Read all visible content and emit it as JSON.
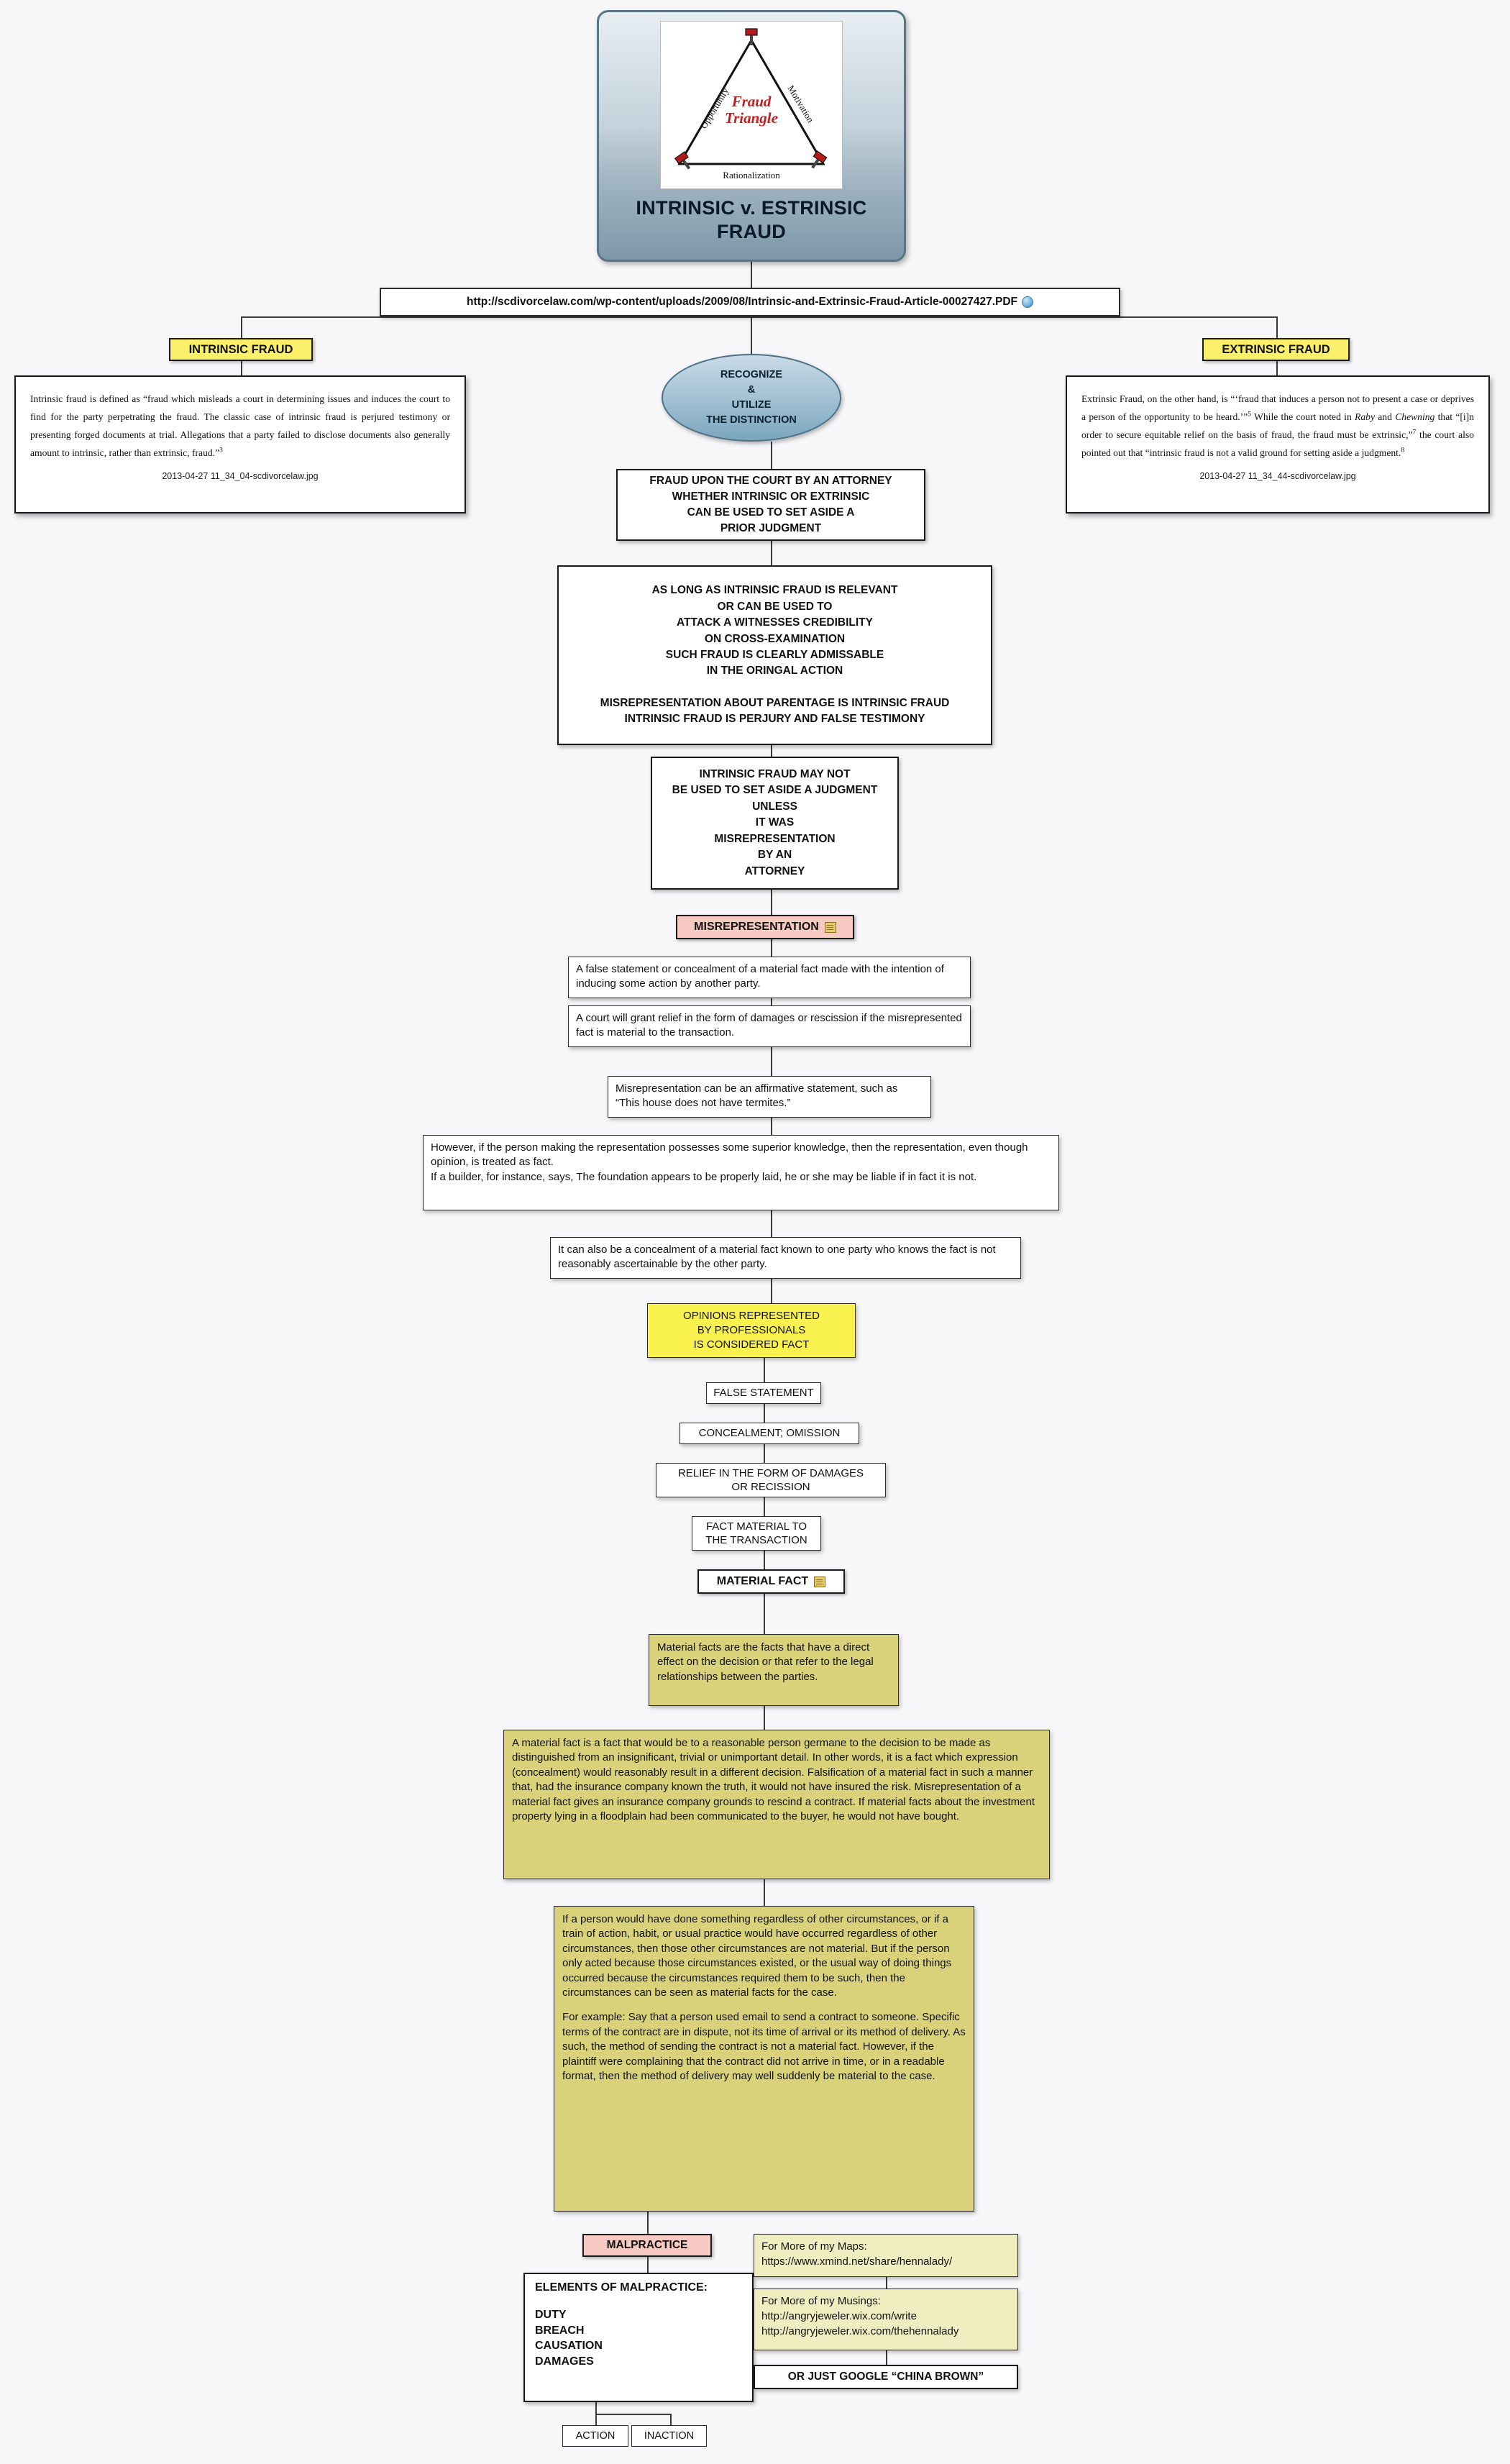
{
  "title": {
    "text": "INTRINSIC v. ESTRINSIC FRAUD",
    "line1": "INTRINSIC v. ESTRINSIC",
    "line2": "FRAUD",
    "image": {
      "name": "fraud-triangle-diagram",
      "center_line1": "Fraud",
      "center_line2": "Triangle",
      "left_label": "Opportunity",
      "right_label": "Motivation",
      "bottom_label": "Rationalization"
    }
  },
  "url": {
    "text": "http://scdivorcelaw.com/wp-content/uploads/2009/08/Intrinsic-and-Extrinsic-Fraud-Article-00027427.PDF",
    "icon": "globe-icon"
  },
  "left": {
    "label": "INTRINSIC FRAUD",
    "body": "Intrinsic fraud is defined as “fraud which misleads a court in determining issues and induces the court to find for the party perpetrating the fraud. The classic case of intrinsic fraud is perjured testimony or presenting forged documents at trial. Allegations that a party failed to disclose documents also generally amount to intrinsic, rather than extrinsic, fraud.”",
    "footnote": "3",
    "caption": "2013-04-27 11_34_04-scdivorcelaw.jpg"
  },
  "right": {
    "label": "EXTRINSIC FRAUD",
    "body_1": "Extrinsic Fraud, on the other hand, is “‘fraud that induces a person not to present a case or deprives a person of the opportunity to be heard.’”",
    "sup_1": "5",
    "body_2": " While the court noted in ",
    "ital_1": "Raby",
    "body_3": " and ",
    "ital_2": "Chewning",
    "body_4": " that “[i]n order to secure equitable relief on the basis of fraud, the fraud must be extrinsic,”",
    "sup_2": "7",
    "body_5": " the court also pointed out that “intrinsic fraud is not a valid ground for setting aside a judgment.",
    "sup_3": "8",
    "caption": "2013-04-27 11_34_44-scdivorcelaw.jpg"
  },
  "recognize": {
    "line1": "RECOGNIZE",
    "line2": "&",
    "line3": "UTILIZE",
    "line4": "THE DISTINCTION"
  },
  "fraud_upon_court": {
    "line1": "FRAUD UPON THE COURT BY AN ATTORNEY",
    "line2": "WHETHER INTRINSIC OR EXTRINSIC",
    "line3": "CAN BE USED TO SET ASIDE A",
    "line4": "PRIOR JUDGMENT"
  },
  "as_long_as": {
    "line1": "AS LONG AS INTRINSIC FRAUD IS RELEVANT",
    "line2": "OR CAN BE USED TO",
    "line3": "ATTACK A WITNESSES CREDIBILITY",
    "line4": "ON CROSS-EXAMINATION",
    "line5": "SUCH FRAUD IS CLEARLY ADMISSABLE",
    "line6": "IN THE ORINGAL ACTION",
    "line7": "MISREPRESENTATION ABOUT PARENTAGE IS INTRINSIC FRAUD",
    "line8": "INTRINSIC FRAUD IS PERJURY AND FALSE TESTIMONY"
  },
  "may_not": {
    "line1": "INTRINSIC FRAUD MAY NOT",
    "line2": "BE USED TO SET ASIDE A JUDGMENT",
    "line3": "UNLESS",
    "line4": "IT WAS",
    "line5": "MISREPRESENTATION",
    "line6": "BY AN",
    "line7": "ATTORNEY"
  },
  "misrepresentation": {
    "label": "MISREPRESENTATION",
    "icon": "note-icon",
    "t1": "A false statement or concealment of a material fact made with the intention of inducing some action by another party.",
    "t2": "A court will grant relief in the form of damages or rescission if the misrepresented fact is material to the transaction.",
    "t3": "Misrepresentation can be an affirmative statement, such as “This house does not have termites.”",
    "t4": "However, if the person making the representation possesses some superior knowledge, then the representation, even though opinion, is treated as fact.\nIf a builder, for instance, says, The foundation appears to be properly laid, he or she may be liable if in fact it is not.",
    "t5": "It can also be a concealment of a material fact known to one party who knows the fact is not reasonably ascertainable by the other party."
  },
  "opinions": {
    "line1": "OPINIONS REPRESENTED",
    "line2": "BY PROFESSIONALS",
    "line3": "IS CONSIDERED FACT"
  },
  "steps": {
    "false_statement": "FALSE STATEMENT",
    "concealment": "CONCEALMENT; OMISSION",
    "relief_line1": "RELIEF IN THE FORM OF DAMAGES",
    "relief_line2": "OR RECISSION",
    "fact_material_line1": "FACT MATERIAL TO",
    "fact_material_line2": "THE TRANSACTION"
  },
  "material_fact": {
    "label": "MATERIAL FACT",
    "icon": "note-icon",
    "k1": "Material facts are the facts that have a direct effect  on the  decision or that refer to the legal relationships between the parties.",
    "k2": "A material fact is a fact that would be to a reasonable person germane to the decision to be made as distinguished from an insignificant, trivial or unimportant detail.  In other words, it is a fact which expression (concealment) would reasonably result in a different decision. Falsification of a material fact in such a manner that, had the insurance company known the truth, it would not have insured the risk. Misrepresentation of a material fact gives an insurance company grounds to rescind a contract.  If material facts about the investment property lying in a floodplain had been communicated to the buyer, he would not have bought.",
    "k3_p1": "If a person would have done something regardless of other circumstances, or if a train of action, habit, or usual practice would have occurred regardless of other circumstances, then those other  circumstances are not material. But if the person only acted because those circumstances existed, or the usual way of doing things occurred because the circumstances required them to be such, then the circumstances can be seen as material facts for the case.",
    "k3_p2": "For example: Say that a person used email to send a contract to someone. Specific terms of the contract are in dispute, not its time of arrival or its method of delivery. As such, the method of sending the contract is not a material fact. However, if the plaintiff were complaining that the contract did not arrive in time, or in a readable format,  then the method of delivery may well suddenly be material to the case."
  },
  "malpractice": {
    "label": "MALPRACTICE",
    "elements_header": "ELEMENTS OF MALPRACTICE:",
    "elements": [
      "DUTY",
      "BREACH",
      "CAUSATION",
      "DAMAGES"
    ],
    "action": "ACTION",
    "inaction": "INACTION"
  },
  "links": {
    "maps_line1": "For More of my Maps:",
    "maps_line2": "https://www.xmind.net/share/hennalady/",
    "musings_line1": "For More of my Musings:",
    "musings_line2": "http://angryjeweler.wix.com/write",
    "musings_line3": "http://angryjeweler.wix.com/thehennalady",
    "google": "OR JUST GOOGLE “CHINA BROWN”"
  },
  "colors": {
    "highlight_yellow": "#f9f14e",
    "label_yellow": "#fbf06a",
    "pink_label": "#f6c9c2",
    "khaki": "#d9d27a",
    "title_blue": "#7d98a8",
    "link_cream": "#efeec0"
  }
}
